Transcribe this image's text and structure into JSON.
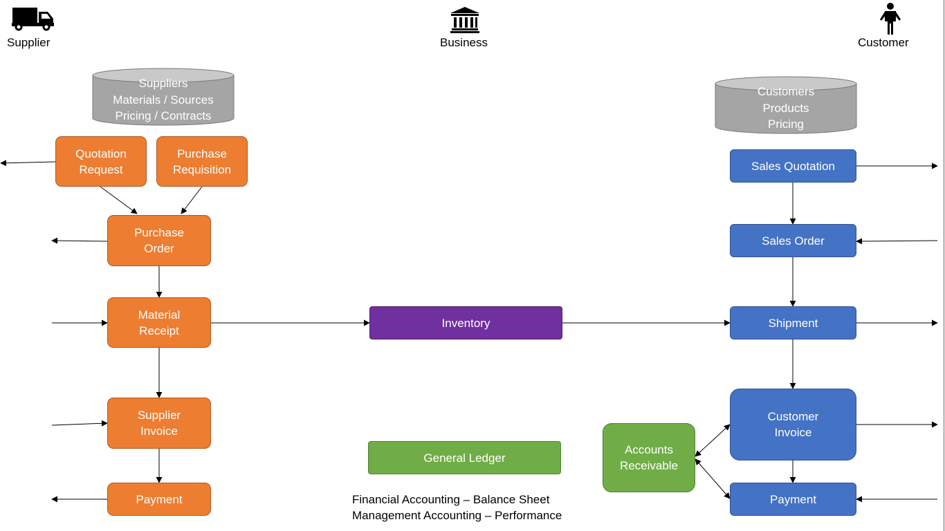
{
  "lanes": {
    "supplier": {
      "label": "Supplier",
      "icon": "truck-icon"
    },
    "business": {
      "label": "Business",
      "icon": "bank-icon"
    },
    "customer": {
      "label": "Customer",
      "icon": "person-icon"
    }
  },
  "databases": {
    "suppliers": [
      "Suppliers",
      "Materials / Sources",
      "Pricing / Contracts"
    ],
    "customers": [
      "Customers",
      "Products",
      "Pricing"
    ]
  },
  "purchasing": {
    "quotation_request": [
      "Quotation",
      "Request"
    ],
    "purchase_requisition": [
      "Purchase",
      "Requisition"
    ],
    "purchase_order": [
      "Purchase",
      "Order"
    ],
    "material_receipt": [
      "Material",
      "Receipt"
    ],
    "supplier_invoice": [
      "Supplier",
      "Invoice"
    ],
    "payment": "Payment"
  },
  "business": {
    "inventory": "Inventory",
    "general_ledger": "General Ledger",
    "notes": [
      "Financial Accounting – Balance Sheet",
      "Management Accounting – Performance"
    ]
  },
  "sales": {
    "sales_quotation": "Sales Quotation",
    "sales_order": "Sales Order",
    "shipment": "Shipment",
    "customer_invoice": [
      "Customer",
      "Invoice"
    ],
    "accounts_receivable": [
      "Accounts",
      "Receivable"
    ],
    "payment": "Payment"
  },
  "colors": {
    "purchasing": "#ED7D31",
    "sales": "#4472C4",
    "inventory": "#7030A0",
    "accounting": "#70AD47",
    "database": "#A5A5A5"
  }
}
